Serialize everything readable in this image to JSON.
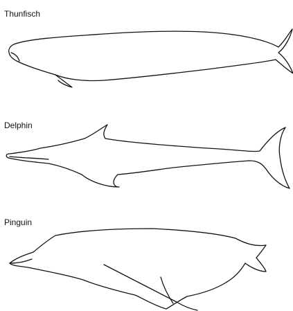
{
  "figure": {
    "animals": [
      {
        "id": "tuna",
        "label": "Thunfisch",
        "icon": "tuna-outline-icon"
      },
      {
        "id": "dolphin",
        "label": "Delphin",
        "icon": "dolphin-outline-icon"
      },
      {
        "id": "penguin",
        "label": "Pinguin",
        "icon": "penguin-outline-icon"
      }
    ],
    "line_color": "#111111",
    "background": "#ffffff"
  }
}
